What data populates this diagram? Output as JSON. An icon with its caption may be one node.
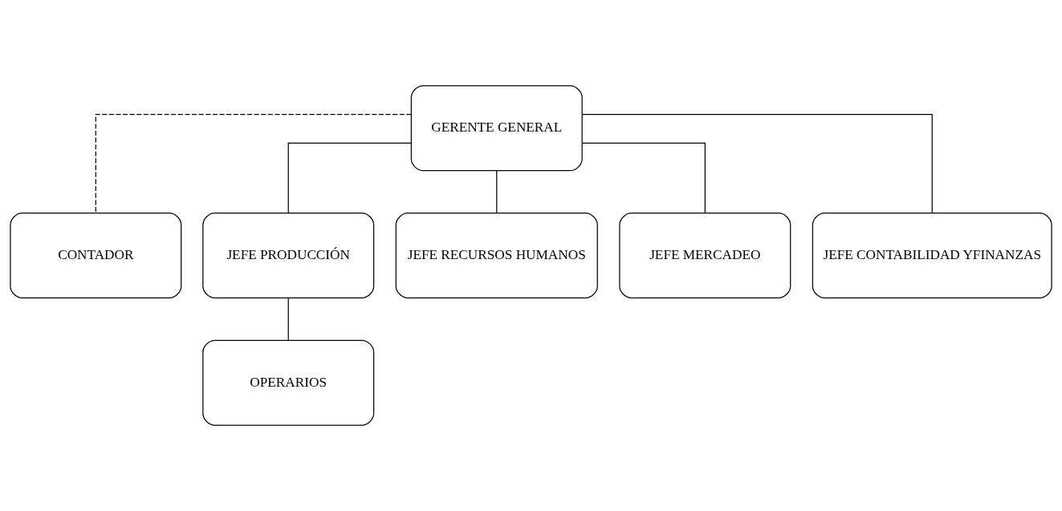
{
  "diagram": {
    "nodes": [
      {
        "text": [
          "GERENTE GENERAL"
        ]
      },
      {
        "text": [
          "CONTADOR"
        ]
      },
      {
        "text": [
          "JEFE PRODUCCIÓN"
        ]
      },
      {
        "text": [
          "JEFE RECURSOS HUMANOS"
        ]
      },
      {
        "text": [
          "JEFE MERCADEO"
        ]
      },
      {
        "text": [
          "JEFE CONTABILIDAD YFINANZAS"
        ]
      },
      {
        "text": [
          "OPERARIOS"
        ]
      }
    ],
    "edges": [
      {
        "from": 0,
        "to": 1,
        "arrow": "none",
        "style": "dashed"
      },
      {
        "from": 0,
        "to": 2,
        "arrow": "none"
      },
      {
        "from": 0,
        "to": 3,
        "arrow": "none"
      },
      {
        "from": 0,
        "to": 4,
        "arrow": "none"
      },
      {
        "from": 0,
        "to": 5,
        "arrow": "none"
      },
      {
        "from": 2,
        "to": 6,
        "arrow": "none"
      }
    ]
  }
}
